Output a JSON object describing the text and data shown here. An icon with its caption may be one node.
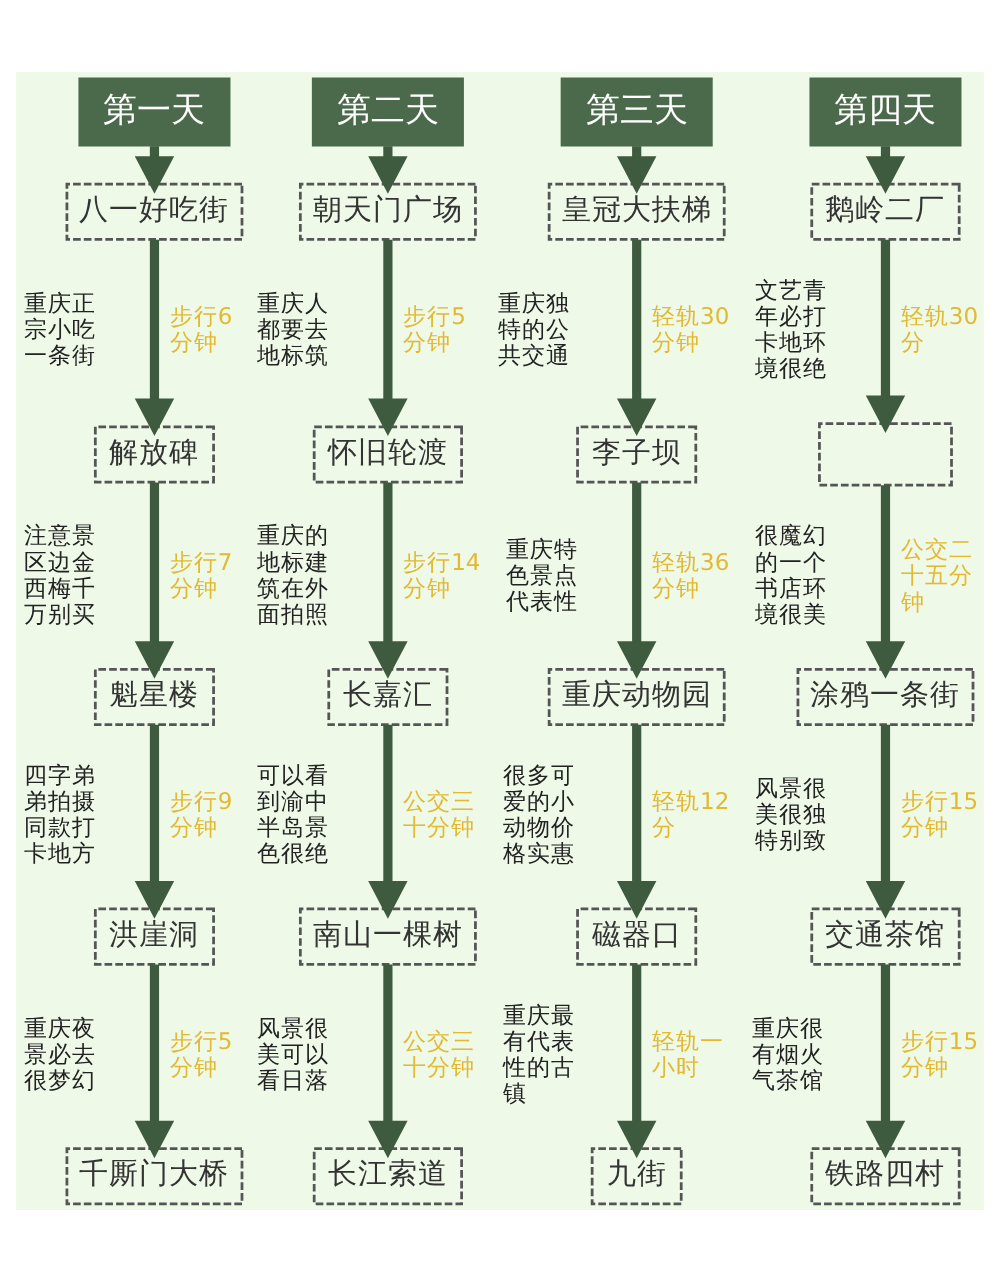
{
  "diagram": {
    "nodes": [
      {
        "text": [
          "第一天"
        ]
      },
      {
        "text": [
          "第二天"
        ]
      },
      {
        "text": [
          "第三天"
        ]
      },
      {
        "text": [
          "第四天"
        ]
      },
      {
        "text": [
          "八一好吃街"
        ],
        "beside": [
          "重庆正宗小吃一条街"
        ]
      },
      {
        "text": [
          "朝天门广场"
        ],
        "beside": [
          "重庆人都要去地标筑"
        ]
      },
      {
        "text": [
          "皇冠大扶梯"
        ],
        "beside": [
          "重庆独特的公共交通"
        ]
      },
      {
        "text": [
          "鹅岭二厂"
        ],
        "beside": [
          "文艺青年必打卡地环境很绝"
        ]
      },
      {
        "text": [
          "解放碑"
        ],
        "beside": [
          "注意景区边金西梅千万别买"
        ]
      },
      {
        "text": [
          "怀旧轮渡"
        ],
        "beside": [
          "重庆的地标建筑在外面拍照"
        ]
      },
      {
        "text": [
          "李子坝"
        ],
        "beside": [
          "重庆特色景点代表性"
        ]
      },
      {
        "text": [],
        "shape": "box",
        "beside": [
          "很魔幻的一个书店环境很美"
        ]
      },
      {
        "text": [
          "魁星楼"
        ],
        "beside": [
          "四字弟弟拍摄同款打卡地方"
        ]
      },
      {
        "text": [
          "长嘉汇"
        ],
        "beside": [
          "可以看到渝中半岛景色很绝"
        ]
      },
      {
        "text": [
          "重庆动物园"
        ],
        "beside": [
          "很多可爱的小动物价格实惠"
        ]
      },
      {
        "text": [
          "涂鸦一条街"
        ],
        "beside": [
          "风景很美很独特别致"
        ]
      },
      {
        "text": [
          "洪崖洞"
        ],
        "beside": [
          "重庆夜景必去很梦幻"
        ]
      },
      {
        "text": [
          "南山一棵树"
        ],
        "beside": [
          "风景很美可以看日落"
        ]
      },
      {
        "text": [
          "磁器口"
        ],
        "beside": [
          "重庆最有代表性的古镇"
        ]
      },
      {
        "text": [
          "交通茶馆"
        ],
        "beside": [
          "重庆很有烟火气茶馆"
        ]
      },
      {
        "text": [
          "千厮门大桥"
        ]
      },
      {
        "text": [
          "长江索道"
        ]
      },
      {
        "text": [
          "九街"
        ]
      },
      {
        "text": [
          "铁路四村"
        ]
      }
    ],
    "edges": [
      {
        "from": 0,
        "to": 4,
        "arrow": "to"
      },
      {
        "from": 1,
        "to": 5,
        "arrow": "to"
      },
      {
        "from": 2,
        "to": 6,
        "arrow": "to"
      },
      {
        "from": 3,
        "to": 7,
        "arrow": "to"
      },
      {
        "from": 4,
        "to": 8,
        "arrow": "to",
        "label": "步行6分钟"
      },
      {
        "from": 5,
        "to": 9,
        "arrow": "to",
        "label": "步行5分钟"
      },
      {
        "from": 6,
        "to": 10,
        "arrow": "to",
        "label": "轻轨30分钟"
      },
      {
        "from": 7,
        "to": 11,
        "arrow": "to",
        "label": "轻轨30分"
      },
      {
        "from": 8,
        "to": 12,
        "arrow": "to",
        "label": "步行7分钟"
      },
      {
        "from": 9,
        "to": 13,
        "arrow": "to",
        "label": "步行14分钟"
      },
      {
        "from": 10,
        "to": 14,
        "arrow": "to",
        "label": "轻轨36分钟"
      },
      {
        "from": 11,
        "to": 15,
        "arrow": "to",
        "label": "公交二十五分钟"
      },
      {
        "from": 12,
        "to": 16,
        "arrow": "to",
        "label": "步行9分钟"
      },
      {
        "from": 13,
        "to": 17,
        "arrow": "to",
        "label": "公交三十分钟"
      },
      {
        "from": 14,
        "to": 18,
        "arrow": "to",
        "label": "轻轨12分"
      },
      {
        "from": 15,
        "to": 19,
        "arrow": "to",
        "label": "步行15分钟"
      },
      {
        "from": 16,
        "to": 20,
        "arrow": "to",
        "label": "步行5分钟"
      },
      {
        "from": 17,
        "to": 21,
        "arrow": "to",
        "label": "公交三十分钟"
      },
      {
        "from": 18,
        "to": 22,
        "arrow": "to",
        "label": "轻轨一小时"
      },
      {
        "from": 19,
        "to": 23,
        "arrow": "to",
        "label": "步行15分钟"
      }
    ]
  }
}
